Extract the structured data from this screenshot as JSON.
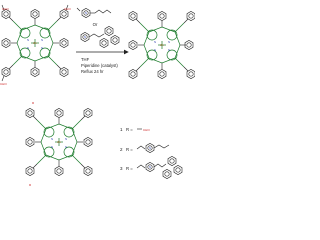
{
  "reagents": {
    "or_label": "Or"
  },
  "conditions": {
    "line1": "THF",
    "line2": "Piperidine (catalyst)",
    "line3": "Reflux 24 hr"
  },
  "pc_atoms": {
    "zn": "Zn",
    "n": "N"
  },
  "substituents": {
    "cho": "CHO",
    "r": "R"
  },
  "legend": [
    {
      "num": "1",
      "eq": "R =",
      "group": "CHO"
    },
    {
      "num": "2",
      "eq": "R ="
    },
    {
      "num": "3",
      "eq": "R ="
    }
  ],
  "colors": {
    "bond": "#222222",
    "core": "#1a7a2a",
    "nitrogen": "#2233aa",
    "zinc": "#c05a1a",
    "aldehyde": "#cc2222"
  }
}
